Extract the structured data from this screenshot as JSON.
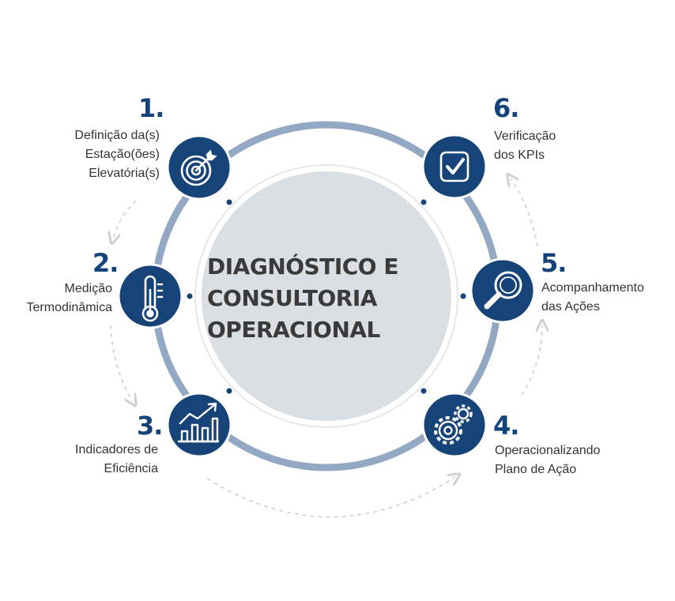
{
  "title": {
    "line1": "DIAGNÓSTICO E",
    "line2": "CONSULTORIA",
    "line3": "OPERACIONAL"
  },
  "steps": [
    {
      "number": "1.",
      "label": "Definição da(s)\nEstação(ões)\nElevatória(s)",
      "icon": "target-icon"
    },
    {
      "number": "2.",
      "label": "Medição\nTermodinâmica",
      "icon": "thermometer-icon"
    },
    {
      "number": "3.",
      "label": "Indicadores de\nEficiência",
      "icon": "growth-chart-icon"
    },
    {
      "number": "4.",
      "label": "Operacionalizando\nPlano de Ação",
      "icon": "gears-icon"
    },
    {
      "number": "5.",
      "label": "Acompanhamento\ndas Ações",
      "icon": "magnifier-icon"
    },
    {
      "number": "6.",
      "label": "Verificação\ndos KPIs",
      "icon": "check-badge-icon"
    }
  ],
  "colors": {
    "ring": "#93a8c3",
    "node": "#174478",
    "center_fill": "#dadfe3",
    "text": "#333333",
    "arrow": "#d5d8db"
  }
}
